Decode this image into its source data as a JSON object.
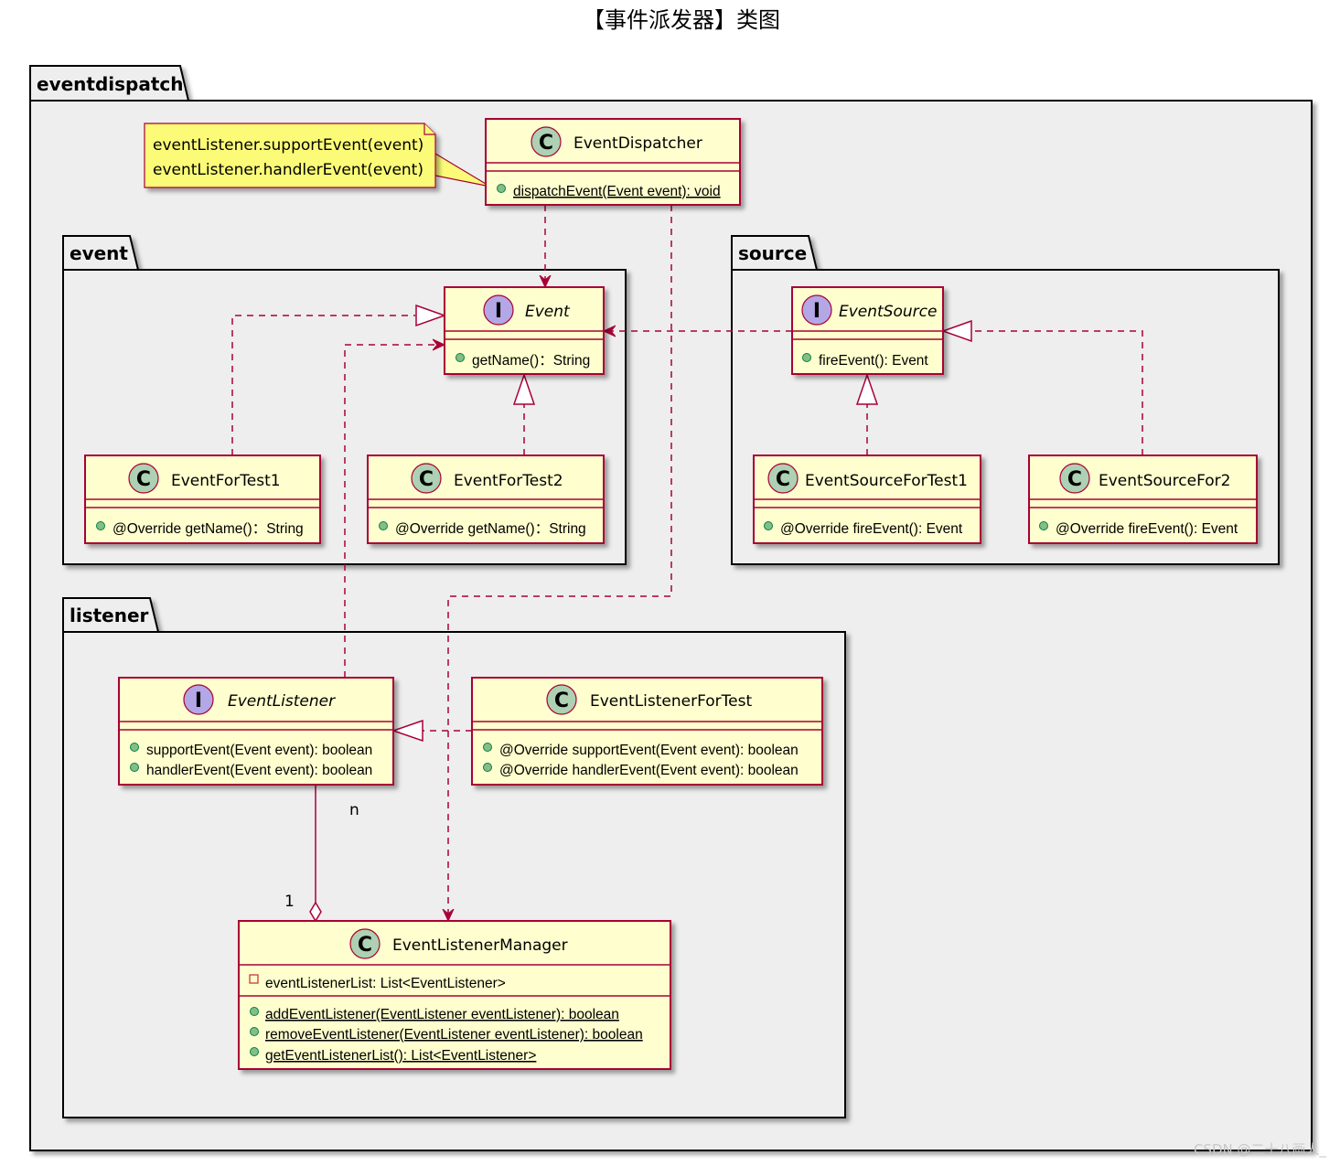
{
  "title": "【事件派发器】类图",
  "watermark": "CSDN @二十八画人_",
  "colors": {
    "package_fill": "#EEEEEE",
    "class_fill": "#FEFECE",
    "border": "#A80036",
    "class_badge": "#ADD1B2",
    "interface_badge": "#B4A7E5",
    "note_fill": "#FBFB77",
    "public_dot": "#84BE84",
    "private_box": "#C82930"
  },
  "packages": {
    "root": "eventdispatch",
    "event": "event",
    "source": "source",
    "listener": "listener"
  },
  "note": {
    "lines": [
      "eventListener.supportEvent(event)",
      "eventListener.handlerEvent(event)"
    ]
  },
  "classes": {
    "event_dispatcher": {
      "badge": "C",
      "name": "EventDispatcher",
      "methods": [
        "dispatchEvent(Event event): void"
      ]
    },
    "event": {
      "badge": "I",
      "name": "Event",
      "methods": [
        "getName()：String"
      ]
    },
    "event_for_test1": {
      "badge": "C",
      "name": "EventForTest1",
      "methods": [
        "@Override getName()：String"
      ]
    },
    "event_for_test2": {
      "badge": "C",
      "name": "EventForTest2",
      "methods": [
        "@Override getName()：String"
      ]
    },
    "event_source": {
      "badge": "I",
      "name": "EventSource",
      "methods": [
        "fireEvent(): Event"
      ]
    },
    "event_source_for_test1": {
      "badge": "C",
      "name": "EventSourceForTest1",
      "methods": [
        "@Override fireEvent(): Event"
      ]
    },
    "event_source_for2": {
      "badge": "C",
      "name": "EventSourceFor2",
      "methods": [
        "@Override fireEvent(): Event"
      ]
    },
    "event_listener": {
      "badge": "I",
      "name": "EventListener",
      "methods": [
        "supportEvent(Event event): boolean",
        "handlerEvent(Event event): boolean"
      ]
    },
    "event_listener_for_test": {
      "badge": "C",
      "name": "EventListenerForTest",
      "methods": [
        "@Override supportEvent(Event event): boolean",
        "@Override handlerEvent(Event event): boolean"
      ]
    },
    "event_listener_manager": {
      "badge": "C",
      "name": "EventListenerManager",
      "fields": [
        "eventListenerList: List<EventListener>"
      ],
      "methods": [
        "addEventListener(EventListener eventListener): boolean",
        "removeEventListener(EventListener eventListener): boolean",
        "getEventListenerList(): List<EventListener>"
      ]
    }
  },
  "multiplicity": {
    "listener_end": "n",
    "manager_end": "1"
  }
}
